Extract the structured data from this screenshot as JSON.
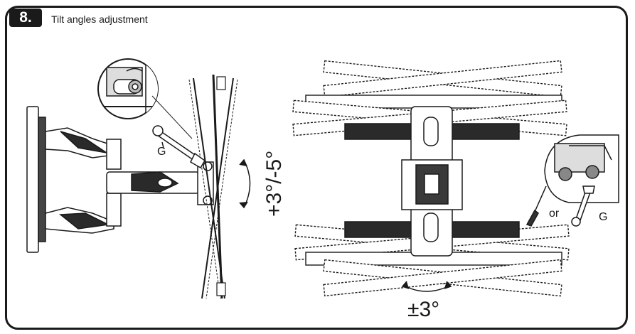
{
  "step": {
    "number": "8.",
    "title": "Tilt angles adjustment"
  },
  "labels": {
    "wrench_left": "G",
    "tilt_angle": "+3°/-5°",
    "rotate_angle": "±3°",
    "or": "or",
    "wrench_right": "G"
  },
  "colors": {
    "ink": "#1a1a1a",
    "frame": "#1a1a1a",
    "badge_text": "#ffffff",
    "background": "#ffffff"
  }
}
